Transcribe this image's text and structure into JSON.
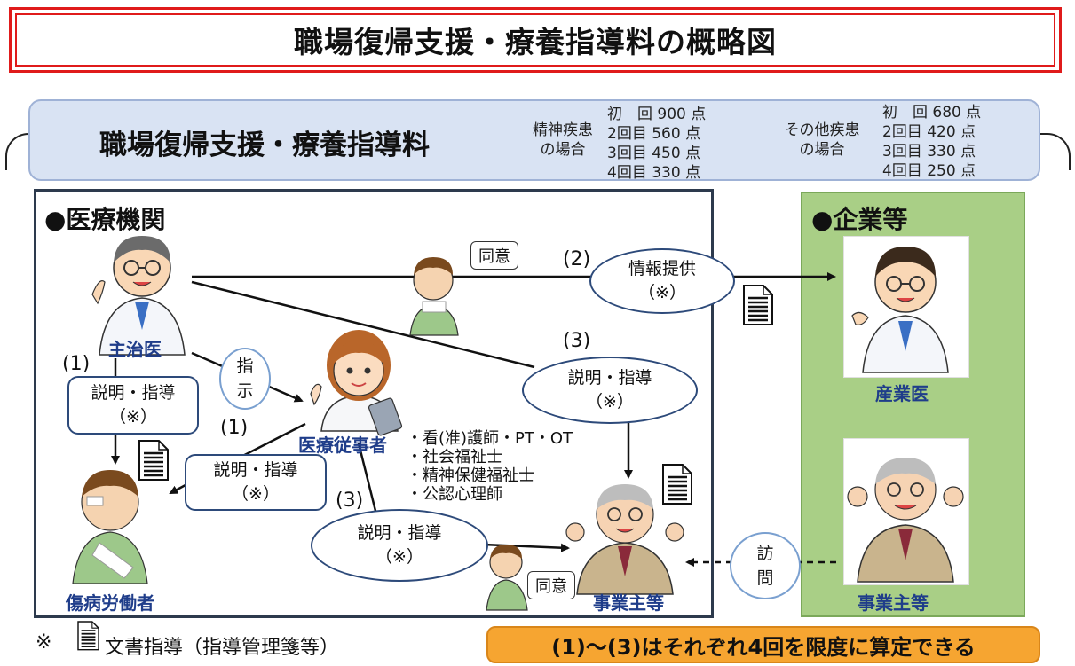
{
  "title": "職場復帰支援・療養指導料の概略図",
  "fee": {
    "name": "職場復帰支援・療養指導料",
    "mental": {
      "category": [
        "精神疾患",
        "の場合"
      ],
      "rates": [
        "初　回 900 点",
        "2回目 560 点",
        "3回目 450 点",
        "4回目 330 点"
      ]
    },
    "other": {
      "category": [
        "その他疾患",
        "の場合"
      ],
      "rates": [
        "初　回 680 点",
        "2回目 420 点",
        "3回目 330 点",
        "4回目 250 点"
      ]
    }
  },
  "medical": {
    "title": "●医療機関",
    "doctor_label": "主治医",
    "instruct": [
      "指",
      "示"
    ],
    "staff_label": "医療従事者",
    "staff_list": [
      "・看(准)護師・PT・OT",
      "・社会福祉士",
      "・精神保健福祉士",
      "・公認心理師"
    ],
    "worker_label": "傷病労働者",
    "employer_label": "事業主等",
    "consent": "同意"
  },
  "flows": {
    "n1": "(1)",
    "n2": "(2)",
    "n3": "(3)",
    "explain": "説明・指導",
    "mark": "（※）",
    "info": "情報提供"
  },
  "corp": {
    "title": "●企業等",
    "occ_doctor_label": "産業医",
    "employer_label": "事業主等",
    "visit": [
      "訪",
      "問"
    ]
  },
  "footnote": {
    "mark": "※",
    "text": "文書指導（指導管理箋等）"
  },
  "summary": "(1)～(3)はそれぞれ4回を限度に算定できる",
  "colors": {
    "title_border": "#e01b1b",
    "fee_bg": "#d9e3f3",
    "corp_bg": "#a9cf86",
    "summary_bg": "#f6a531",
    "label_blue": "#1f3d8a"
  }
}
